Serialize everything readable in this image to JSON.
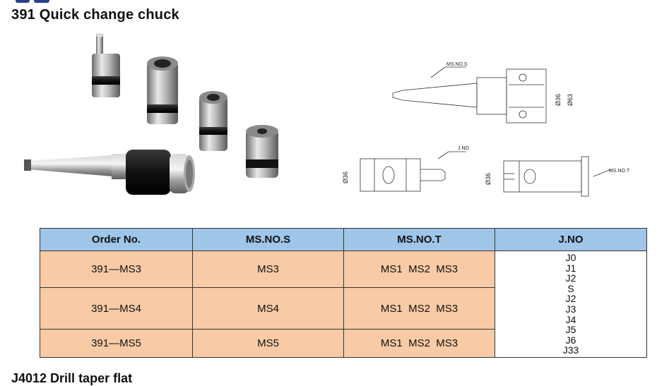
{
  "title": "391 Quick change chuck",
  "footer_partial": "J4012 Drill taper flat",
  "drawings": {
    "chuck": {
      "label_s": "MS.NO.S",
      "dim_inner": "Ø36",
      "dim_outer": "Ø63"
    },
    "collet_j": {
      "label_j": "J.NO",
      "dim": "Ø36"
    },
    "collet_t": {
      "label_t": "MS.NO.T",
      "dim": "Ø36"
    }
  },
  "table": {
    "headers": [
      "Order No.",
      "MS.NO.S",
      "MS.NO.T",
      "J.NO"
    ],
    "rows": [
      {
        "order": "391—MS3",
        "s": "MS3",
        "t": "MS1  MS2  MS3"
      },
      {
        "order": "391—MS4",
        "s": "MS4",
        "t": "MS1  MS2  MS3"
      },
      {
        "order": "391—MS5",
        "s": "MS5",
        "t": "MS1  MS2  MS3"
      }
    ],
    "j_list": [
      "J0",
      "J1",
      "J2",
      "S",
      "J2",
      "J3",
      "J4",
      "J5",
      "J6",
      "J33"
    ]
  }
}
